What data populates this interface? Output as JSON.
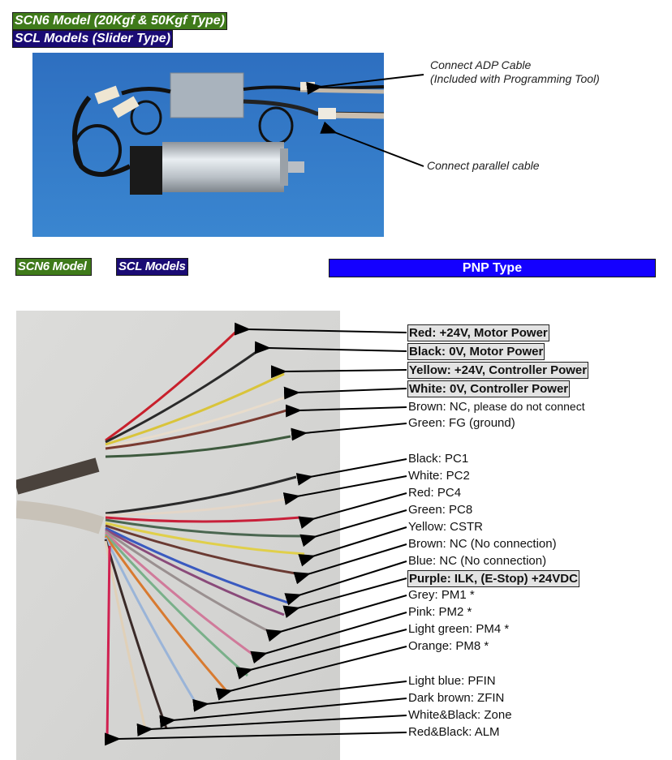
{
  "headers": {
    "scn6_full": "SCN6 Model (20Kgf & 50Kgf Type)",
    "scl_full": "SCL Models (Slider Type)",
    "scn6_short": "SCN6 Model",
    "scl_short": "SCL Models",
    "pnp": "PNP Type"
  },
  "colors": {
    "scn6_green": "#3f7a1a",
    "scl_navy": "#1a0b74",
    "pnp_blue": "#1400ff",
    "highlight_grey": "#e3e3e3"
  },
  "captions": {
    "adp_line1": "Connect ADP Cable",
    "adp_line2": "(Included with Programming Tool)",
    "parallel": "Connect parallel cable"
  },
  "photos": {
    "assembly": "actuator-with-controller-photo",
    "wires": "parallel-cable-wires-photo"
  },
  "wires": [
    {
      "color_name": "Red",
      "function": ": +24V, Motor Power",
      "bold": true,
      "wire_hex": "#c8202c"
    },
    {
      "color_name": "Black",
      "function": ": 0V, Motor Power",
      "bold": true,
      "wire_hex": "#2a2a2a"
    },
    {
      "color_name": "Yellow",
      "function": ": +24V, Controller Power",
      "bold": true,
      "wire_hex": "#d9c43a"
    },
    {
      "color_name": "White",
      "function": ": 0V, Controller Power",
      "bold": true,
      "wire_hex": "#e8dccb"
    },
    {
      "color_name": "Brown",
      "function": ": NC,",
      "note": " please do not connect",
      "bold": false,
      "wire_hex": "#7a3a30"
    },
    {
      "color_name": "Green",
      "function": ": FG (ground)",
      "bold": false,
      "wire_hex": "#3e5a3e"
    },
    {
      "color_name": "Black",
      "function": ": PC1",
      "bold": false,
      "wire_hex": "#2a2a2a"
    },
    {
      "color_name": "White",
      "function": ": PC2",
      "bold": false,
      "wire_hex": "#e3d6c8"
    },
    {
      "color_name": "Red",
      "function": ": PC4",
      "bold": false,
      "wire_hex": "#c8203a"
    },
    {
      "color_name": "Green",
      "function": ": PC8",
      "bold": false,
      "wire_hex": "#4a6650"
    },
    {
      "color_name": "Yellow",
      "function": ": CSTR",
      "bold": false,
      "wire_hex": "#e0cf4a"
    },
    {
      "color_name": "Brown",
      "function": ": NC (No connection)",
      "bold": false,
      "wire_hex": "#6a3a32"
    },
    {
      "color_name": "Blue",
      "function": ": NC (No connection)",
      "bold": false,
      "wire_hex": "#3a5ac0"
    },
    {
      "color_name": "Purple",
      "function": ": ILK, (E-Stop) +24VDC",
      "bold": true,
      "wire_hex": "#8a4a7a"
    },
    {
      "color_name": "Grey",
      "function": ": PM1 *",
      "bold": false,
      "wire_hex": "#9a9090"
    },
    {
      "color_name": "Pink",
      "function": ": PM2 *",
      "bold": false,
      "wire_hex": "#d07a9a"
    },
    {
      "color_name": "Light green",
      "function": ": PM4 *",
      "bold": false,
      "wire_hex": "#7ab08a"
    },
    {
      "color_name": "Orange",
      "function": ": PM8 *",
      "bold": false,
      "wire_hex": "#d87a30"
    },
    {
      "color_name": "Light blue",
      "function": ": PFIN",
      "bold": false,
      "wire_hex": "#9ab4d8"
    },
    {
      "color_name": "Dark brown",
      "function": ": ZFIN",
      "bold": false,
      "wire_hex": "#3a2a28"
    },
    {
      "color_name": "White&Black",
      "function": ": Zone",
      "bold": false,
      "wire_hex": "#e0d0b8"
    },
    {
      "color_name": "Red&Black",
      "function": ": ALM",
      "bold": false,
      "wire_hex": "#d02050"
    }
  ]
}
